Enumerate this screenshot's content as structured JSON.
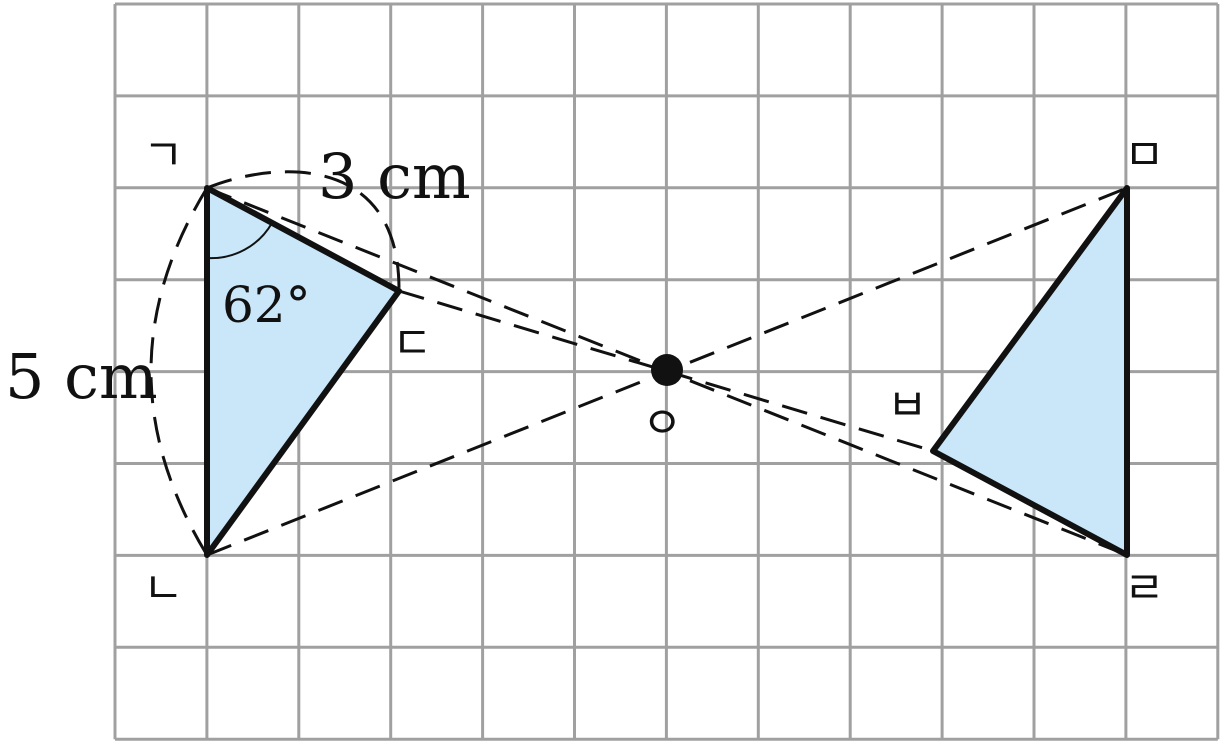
{
  "colors": {
    "grid": "#a0a0a0",
    "fill": "#c9e7f9",
    "stroke": "#111111"
  },
  "labels": {
    "p_giyeok": "ㄱ",
    "p_nieun": "ㄴ",
    "p_digeut": "ㄷ",
    "p_rieul": "ㄹ",
    "p_mieum": "ㅁ",
    "p_bieup": "ㅂ",
    "p_center": "ㅇ",
    "len_top": "3 cm",
    "len_left": "5 cm",
    "angle": "62°"
  }
}
